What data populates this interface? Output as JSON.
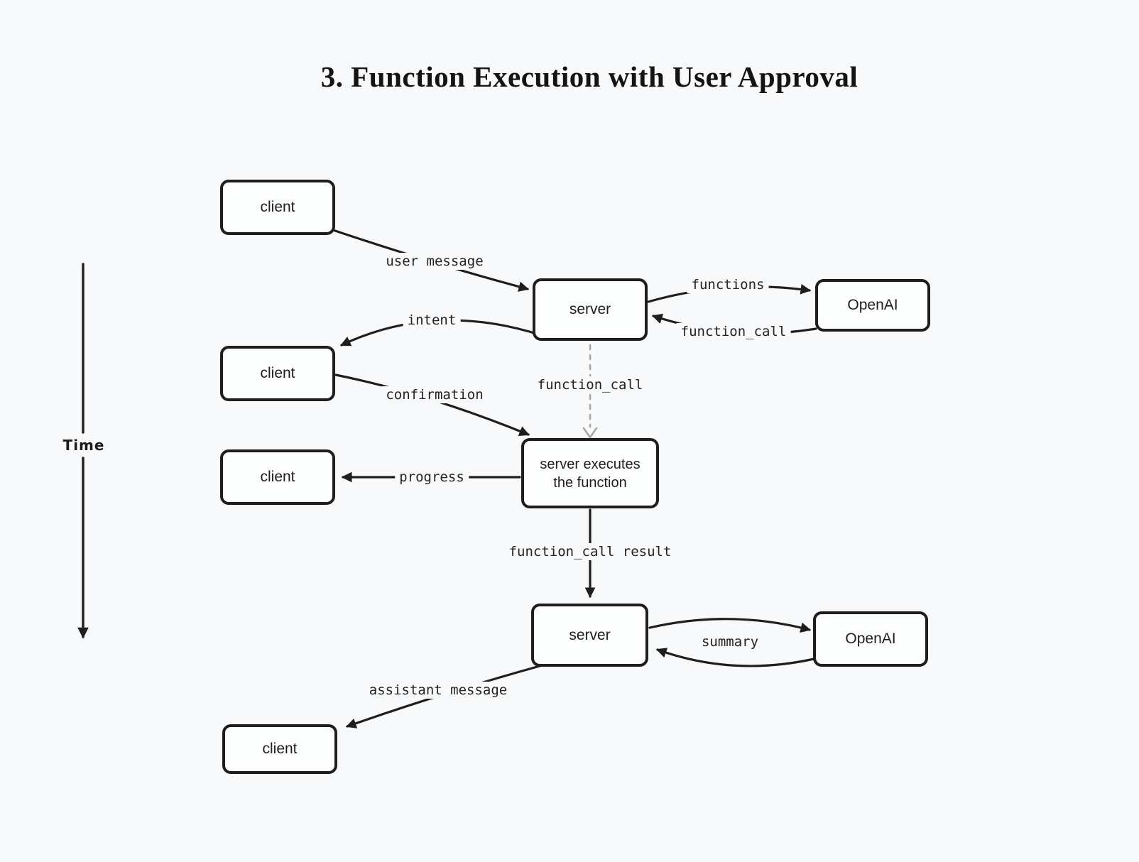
{
  "palette": {
    "background": "#f8f9fa",
    "ink": "#1e1e1e",
    "muted_dash": "#a8a8a8",
    "box_fill": "#fcfdfd"
  },
  "title": "3. Function Execution with User Approval",
  "timeline": {
    "label": "Time"
  },
  "nodes": [
    {
      "id": "client-1",
      "label": "client"
    },
    {
      "id": "server-1",
      "label": "server"
    },
    {
      "id": "openai-1",
      "label": "OpenAI"
    },
    {
      "id": "client-2",
      "label": "client"
    },
    {
      "id": "server-exec",
      "label": "server executes the function"
    },
    {
      "id": "client-3",
      "label": "client"
    },
    {
      "id": "server-2",
      "label": "server"
    },
    {
      "id": "openai-2",
      "label": "OpenAI"
    },
    {
      "id": "client-4",
      "label": "client"
    }
  ],
  "edges": [
    {
      "id": "user-message",
      "label": "user message",
      "from": "client-1",
      "to": "server-1",
      "style": "solid"
    },
    {
      "id": "functions",
      "label": "functions",
      "from": "server-1",
      "to": "openai-1",
      "style": "solid"
    },
    {
      "id": "function-call-return",
      "label": "function_call",
      "from": "openai-1",
      "to": "server-1",
      "style": "solid"
    },
    {
      "id": "intent",
      "label": "intent",
      "from": "server-1",
      "to": "client-2",
      "style": "solid"
    },
    {
      "id": "function-call-down",
      "label": "function_call",
      "from": "server-1",
      "to": "server-exec",
      "style": "dashed"
    },
    {
      "id": "confirmation",
      "label": "confirmation",
      "from": "client-2",
      "to": "server-exec",
      "style": "solid"
    },
    {
      "id": "progress",
      "label": "progress",
      "from": "server-exec",
      "to": "client-3",
      "style": "solid"
    },
    {
      "id": "function-call-result",
      "label": "function_call result",
      "from": "server-exec",
      "to": "server-2",
      "style": "solid"
    },
    {
      "id": "summary",
      "label": "summary",
      "from": "server-2",
      "to": "openai-2",
      "style": "solid-pair"
    },
    {
      "id": "assistant-message",
      "label": "assistant message",
      "from": "server-2",
      "to": "client-4",
      "style": "solid"
    }
  ]
}
